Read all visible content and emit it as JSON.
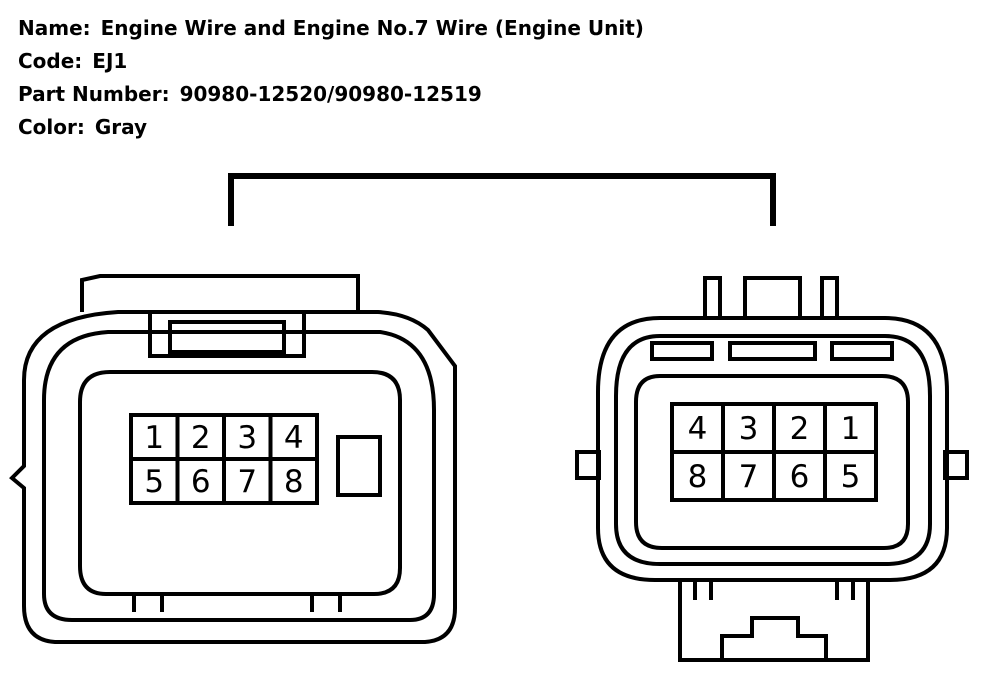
{
  "info": {
    "name_label": "Name:",
    "name_value": "Engine Wire and Engine No.7 Wire (Engine Unit)",
    "code_label": "Code:",
    "code_value": "EJ1",
    "part_label": "Part Number:",
    "part_value": "90980-12520/90980-12519",
    "color_label": "Color:",
    "color_value": "Gray"
  },
  "connectors": [
    {
      "name": "left",
      "pins": [
        "1",
        "2",
        "3",
        "4",
        "5",
        "6",
        "7",
        "8"
      ]
    },
    {
      "name": "right",
      "pins": [
        "4",
        "3",
        "2",
        "1",
        "8",
        "7",
        "6",
        "5"
      ]
    }
  ],
  "colors": {
    "line": "#000000",
    "background": "#ffffff"
  }
}
